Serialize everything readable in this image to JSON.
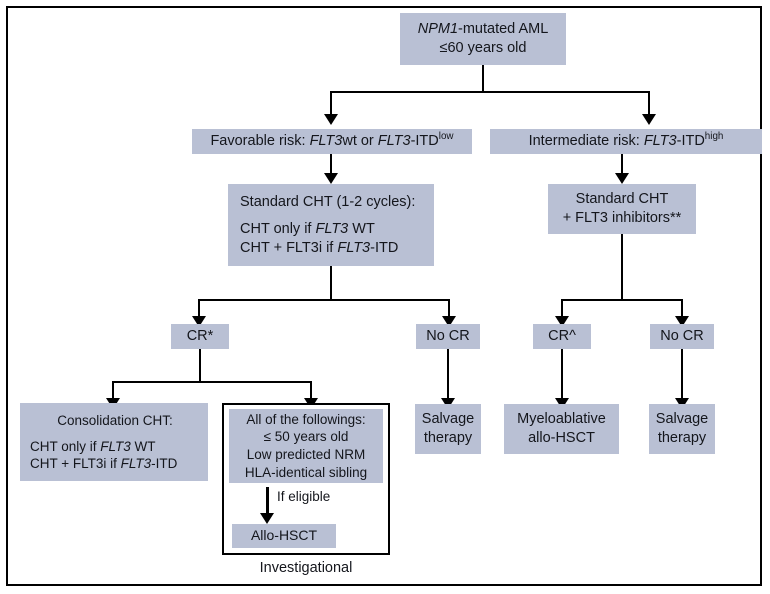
{
  "diagram": {
    "title": "NPM1-mutated AML treatment algorithm",
    "accent_box_color": "#b9c0d4",
    "line_color": "#000000",
    "nodes": {
      "root": {
        "line1_a": "NPM1",
        "line1_b": "-mutated AML",
        "line2": "≤60 years old"
      },
      "favorable_risk": {
        "prefix": "Favorable risk: ",
        "gene1": "FLT3",
        "mid": "wt or ",
        "gene2": "FLT3",
        "suffix": "-ITD",
        "sup": "low"
      },
      "intermediate_risk": {
        "prefix": "Intermediate risk: ",
        "gene1": "FLT3",
        "suffix": "-ITD",
        "sup": "high"
      },
      "standard_cht_left": {
        "line1": "Standard CHT (1-2 cycles):",
        "line2_a": "CHT only if ",
        "line2_gene": "FLT3",
        "line2_b": " WT",
        "line3_a": "CHT + FLT3i if ",
        "line3_gene": "FLT3",
        "line3_b": "-ITD"
      },
      "standard_cht_right": {
        "line1": "Standard CHT",
        "line2": "+ FLT3 inhibitors**"
      },
      "cr_left": {
        "label": "CR*"
      },
      "no_cr_left": {
        "label": "No CR"
      },
      "cr_right": {
        "label": "CR^"
      },
      "no_cr_right": {
        "label": "No CR"
      },
      "consolidation": {
        "line1": "Consolidation CHT:",
        "line2_a": "CHT only if ",
        "line2_gene": "FLT3",
        "line2_b": " WT",
        "line3_a": "CHT + FLT3i if ",
        "line3_gene": "FLT3",
        "line3_b": "-ITD"
      },
      "criteria": {
        "line1": "All of the followings:",
        "line2": "≤ 50 years old",
        "line3": "Low predicted NRM",
        "line4": "HLA-identical sibling"
      },
      "if_eligible": {
        "label": "If eligible"
      },
      "allo_hsct": {
        "label": "Allo-HSCT"
      },
      "investigational": {
        "label": "Investigational"
      },
      "salvage_left": {
        "line1": "Salvage",
        "line2": "therapy"
      },
      "myeloablative": {
        "line1": "Myeloablative",
        "line2": "allo-HSCT"
      },
      "salvage_right": {
        "line1": "Salvage",
        "line2": "therapy"
      }
    }
  }
}
